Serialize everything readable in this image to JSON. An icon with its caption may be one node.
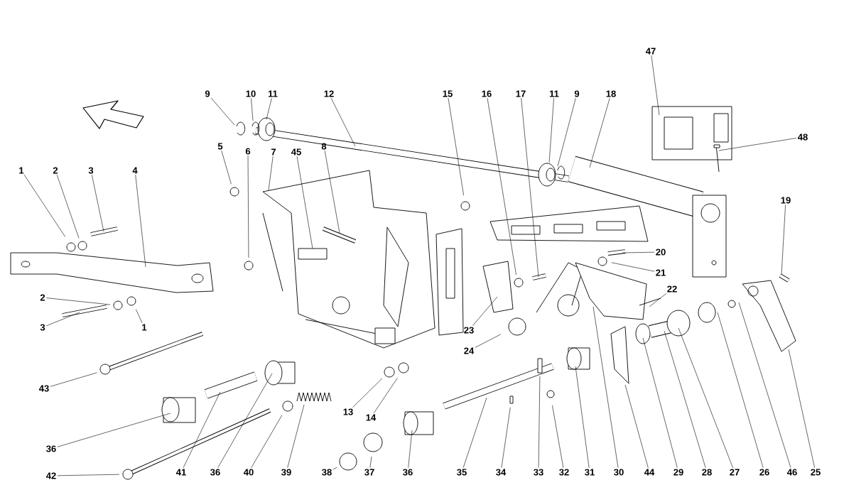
{
  "diagram": {
    "nodes": [
      {
        "text": [
          "47"
        ]
      },
      {
        "text": [
          "9"
        ]
      },
      {
        "text": [
          "10"
        ]
      },
      {
        "text": [
          "11"
        ]
      },
      {
        "text": [
          "12"
        ]
      },
      {
        "text": [
          "15"
        ]
      },
      {
        "text": [
          "16"
        ]
      },
      {
        "text": [
          "17"
        ]
      },
      {
        "text": [
          "11"
        ]
      },
      {
        "text": [
          "9"
        ]
      },
      {
        "text": [
          "18"
        ]
      },
      {
        "text": [
          "48"
        ]
      },
      {
        "text": [
          "5"
        ]
      },
      {
        "text": [
          "6"
        ]
      },
      {
        "text": [
          "7"
        ]
      },
      {
        "text": [
          "45"
        ]
      },
      {
        "text": [
          "8"
        ]
      },
      {
        "text": [
          "1"
        ]
      },
      {
        "text": [
          "2"
        ]
      },
      {
        "text": [
          "3"
        ]
      },
      {
        "text": [
          "4"
        ]
      },
      {
        "text": [
          "19"
        ]
      },
      {
        "text": [
          "20"
        ]
      },
      {
        "text": [
          "21"
        ]
      },
      {
        "text": [
          "22"
        ]
      },
      {
        "text": [
          "2"
        ]
      },
      {
        "text": [
          "3"
        ]
      },
      {
        "text": [
          "1"
        ]
      },
      {
        "text": [
          "23"
        ]
      },
      {
        "text": [
          "24"
        ]
      },
      {
        "text": [
          "43"
        ]
      },
      {
        "text": [
          "13"
        ]
      },
      {
        "text": [
          "14"
        ]
      },
      {
        "text": [
          "36"
        ]
      },
      {
        "text": [
          "42"
        ]
      },
      {
        "text": [
          "41"
        ]
      },
      {
        "text": [
          "36"
        ]
      },
      {
        "text": [
          "40"
        ]
      },
      {
        "text": [
          "39"
        ]
      },
      {
        "text": [
          "38"
        ]
      },
      {
        "text": [
          "37"
        ]
      },
      {
        "text": [
          "36"
        ]
      },
      {
        "text": [
          "35"
        ]
      },
      {
        "text": [
          "34"
        ]
      },
      {
        "text": [
          "33"
        ]
      },
      {
        "text": [
          "32"
        ]
      },
      {
        "text": [
          "31"
        ]
      },
      {
        "text": [
          "30"
        ]
      },
      {
        "text": [
          "44"
        ]
      },
      {
        "text": [
          "29"
        ]
      },
      {
        "text": [
          "28"
        ]
      },
      {
        "text": [
          "27"
        ]
      },
      {
        "text": [
          "26"
        ]
      },
      {
        "text": [
          "46"
        ]
      },
      {
        "text": [
          "25"
        ]
      }
    ],
    "edges": [
      {
        "from": 0,
        "to": null,
        "arrow": "none"
      },
      {
        "from": 1,
        "to": null,
        "arrow": "none"
      },
      {
        "from": 2,
        "to": null,
        "arrow": "none"
      },
      {
        "from": 3,
        "to": null,
        "arrow": "none"
      },
      {
        "from": 4,
        "to": null,
        "arrow": "none"
      },
      {
        "from": 5,
        "to": null,
        "arrow": "none"
      },
      {
        "from": 6,
        "to": null,
        "arrow": "none"
      },
      {
        "from": 7,
        "to": null,
        "arrow": "none"
      },
      {
        "from": 8,
        "to": null,
        "arrow": "none"
      },
      {
        "from": 9,
        "to": null,
        "arrow": "none"
      },
      {
        "from": 10,
        "to": null,
        "arrow": "none"
      },
      {
        "from": 11,
        "to": null,
        "arrow": "none"
      },
      {
        "from": 12,
        "to": null,
        "arrow": "none"
      },
      {
        "from": 13,
        "to": null,
        "arrow": "none"
      },
      {
        "from": 14,
        "to": null,
        "arrow": "none"
      },
      {
        "from": 15,
        "to": null,
        "arrow": "none"
      },
      {
        "from": 16,
        "to": null,
        "arrow": "none"
      },
      {
        "from": 17,
        "to": null,
        "arrow": "none"
      },
      {
        "from": 18,
        "to": null,
        "arrow": "none"
      },
      {
        "from": 19,
        "to": null,
        "arrow": "none"
      },
      {
        "from": 20,
        "to": null,
        "arrow": "none"
      },
      {
        "from": 21,
        "to": null,
        "arrow": "none"
      },
      {
        "from": 22,
        "to": null,
        "arrow": "none"
      },
      {
        "from": 23,
        "to": null,
        "arrow": "none"
      },
      {
        "from": 24,
        "to": null,
        "arrow": "none"
      },
      {
        "from": 25,
        "to": null,
        "arrow": "none"
      },
      {
        "from": 26,
        "to": null,
        "arrow": "none"
      },
      {
        "from": 27,
        "to": null,
        "arrow": "none"
      },
      {
        "from": 28,
        "to": null,
        "arrow": "none"
      },
      {
        "from": 29,
        "to": null,
        "arrow": "none"
      },
      {
        "from": 30,
        "to": null,
        "arrow": "none"
      },
      {
        "from": 31,
        "to": null,
        "arrow": "none"
      },
      {
        "from": 32,
        "to": null,
        "arrow": "none"
      },
      {
        "from": 33,
        "to": null,
        "arrow": "none"
      },
      {
        "from": 34,
        "to": null,
        "arrow": "none"
      },
      {
        "from": 35,
        "to": null,
        "arrow": "none"
      },
      {
        "from": 36,
        "to": null,
        "arrow": "none"
      },
      {
        "from": 37,
        "to": null,
        "arrow": "none"
      },
      {
        "from": 38,
        "to": null,
        "arrow": "none"
      },
      {
        "from": 39,
        "to": null,
        "arrow": "none"
      },
      {
        "from": 40,
        "to": null,
        "arrow": "none"
      },
      {
        "from": 41,
        "to": null,
        "arrow": "none"
      },
      {
        "from": 42,
        "to": null,
        "arrow": "none"
      },
      {
        "from": 43,
        "to": null,
        "arrow": "none"
      },
      {
        "from": 44,
        "to": null,
        "arrow": "none"
      },
      {
        "from": 45,
        "to": null,
        "arrow": "none"
      },
      {
        "from": 46,
        "to": null,
        "arrow": "none"
      },
      {
        "from": 47,
        "to": null,
        "arrow": "none"
      },
      {
        "from": 48,
        "to": null,
        "arrow": "none"
      },
      {
        "from": 49,
        "to": null,
        "arrow": "none"
      },
      {
        "from": 50,
        "to": null,
        "arrow": "none"
      },
      {
        "from": 51,
        "to": null,
        "arrow": "none"
      },
      {
        "from": 52,
        "to": null,
        "arrow": "none"
      },
      {
        "from": 53,
        "to": null,
        "arrow": "none"
      },
      {
        "from": 54,
        "to": null,
        "arrow": "none"
      }
    ]
  }
}
